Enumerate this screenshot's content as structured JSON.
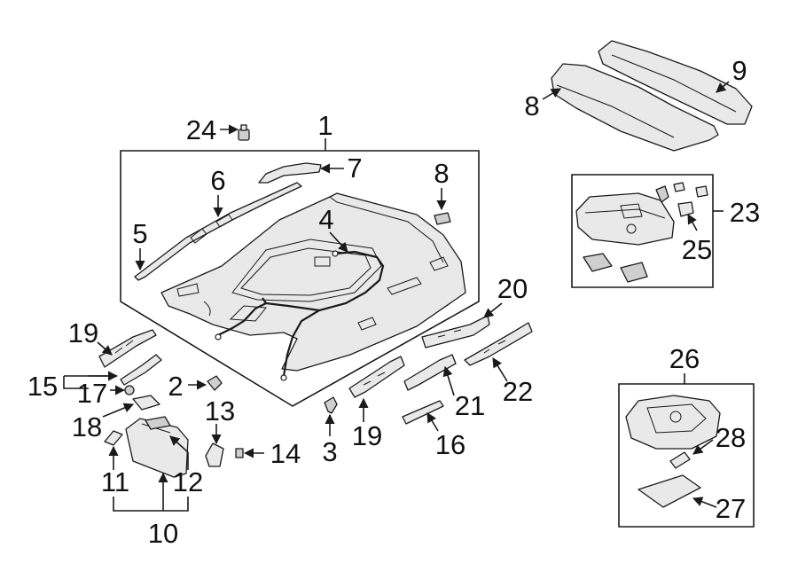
{
  "callouts": {
    "c1": "1",
    "c2": "2",
    "c3": "3",
    "c4": "4",
    "c5": "5",
    "c6": "6",
    "c7": "7",
    "c8a": "8",
    "c8b": "8",
    "c9": "9",
    "c10": "10",
    "c11": "11",
    "c12": "12",
    "c13": "13",
    "c14": "14",
    "c15": "15",
    "c16": "16",
    "c17": "17",
    "c18": "18",
    "c19a": "19",
    "c19b": "19",
    "c20": "20",
    "c21": "21",
    "c22": "22",
    "c23": "23",
    "c24": "24",
    "c25": "25",
    "c26": "26",
    "c27": "27",
    "c28": "28"
  },
  "colors": {
    "line": "#1a1a1a",
    "part_fill": "#e9e9e9",
    "part_shade": "#cfcfcf",
    "background": "#ffffff"
  }
}
